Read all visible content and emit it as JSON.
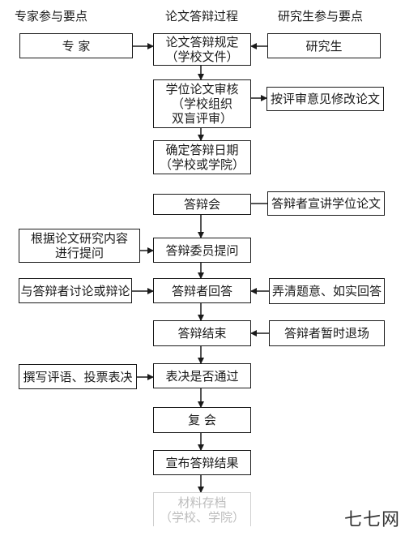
{
  "headers": {
    "left": "专家参与要点",
    "center": "论文答辩过程",
    "right": "研究生参与要点"
  },
  "center_steps": [
    "论文答辩规定\n（学校文件）",
    "学位论文审核\n（学校组织\n双盲评审）",
    "确定答辩日期\n（学校或学院）",
    "答辩会",
    "答辩委员提问",
    "答辩者回答",
    "答辩结束",
    "表决是否通过",
    "复  会",
    "宣布答辩结果",
    "材料存档\n（学校、学院）"
  ],
  "left_nodes": {
    "expert": "专    家",
    "ask": "根据论文研究内容\n进行提问",
    "discuss": "与答辩者讨论或辩论",
    "vote": "撰写评语、投票表决"
  },
  "right_nodes": {
    "student": "研究生",
    "revise": "按评审意见修改论文",
    "present": "答辩者宣讲学位论文",
    "answer": "弄清题意、如实回答",
    "leave": "答辩者暂时退场"
  },
  "watermark": "七七网"
}
